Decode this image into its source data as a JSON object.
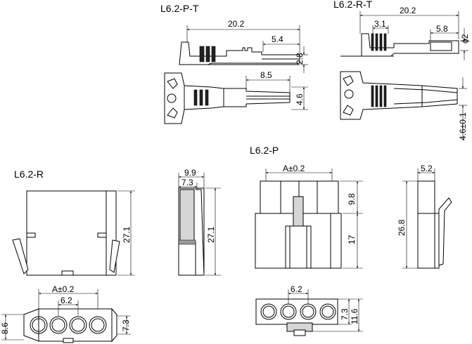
{
  "labels": {
    "p_terminal": "L6.2-P-T",
    "r_terminal": "L6.2-R-T",
    "plug_housing": "L6.2-P",
    "receptacle_housing": "L6.2-R"
  },
  "dimensions": {
    "p_terminal": {
      "length": "20.2",
      "contact_length": "5.4",
      "height": "2.8",
      "pin_section": "8.5",
      "width": "4.6"
    },
    "r_terminal": {
      "length": "20.2",
      "crimp_width": "3.1",
      "socket_length": "5.8",
      "diameter": "ϕ2",
      "width": "4.6±0.1"
    },
    "plug_housing": {
      "pitch_a": "A±0.2",
      "upper_height": "9.8",
      "lower_height": "17",
      "side_width": "5.2",
      "side_height": "26.8",
      "bottom_pitch": "6.2",
      "bottom_height": "7.3",
      "bottom_total_height": "11.6"
    },
    "receptacle_housing": {
      "height": "27.1",
      "side_width_outer": "9.9",
      "side_width_inner": "7.3",
      "side_height": "27.1",
      "bottom_pitch_a": "A±0.2",
      "bottom_pitch": "6.2",
      "bottom_height_left": "8.6",
      "bottom_height_right": "7.3"
    }
  }
}
